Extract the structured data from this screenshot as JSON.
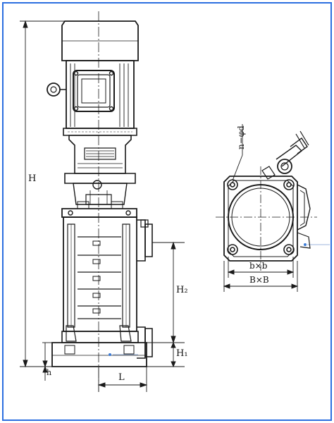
{
  "labels": {
    "H": "H",
    "H2": "H₂",
    "H1": "H₁",
    "h": "h",
    "L": "L",
    "n_phi_d": "n−φd",
    "bxb": "b×b",
    "BxB": "B×B"
  },
  "colors": {
    "stroke": "#1a1a1a",
    "frame_border": "#2c6fe0",
    "accent_dot": "#3b7bd6"
  }
}
